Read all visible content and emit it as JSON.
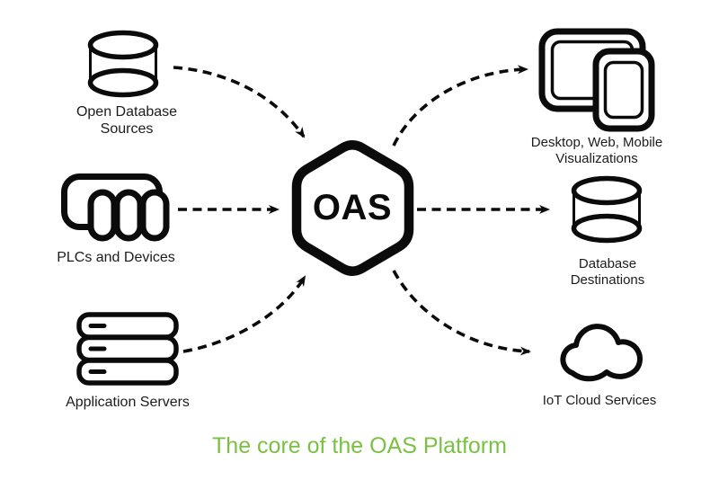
{
  "diagram": {
    "center": {
      "label": "OAS"
    },
    "sources": [
      {
        "label": "Open Database Sources",
        "icon": "database-icon"
      },
      {
        "label": "PLCs and Devices",
        "icon": "plc-icon"
      },
      {
        "label": "Application Servers",
        "icon": "server-stack-icon"
      }
    ],
    "destinations": [
      {
        "label": "Desktop, Web, Mobile Visualizations",
        "icon": "screens-icon"
      },
      {
        "label": "Database Destinations",
        "icon": "database-icon"
      },
      {
        "label": "IoT Cloud Services",
        "icon": "cloud-icon"
      }
    ],
    "caption": {
      "text": "The core of the OAS Platform",
      "color": "#7AC143"
    },
    "colors": {
      "line": "#0b0b0b",
      "text": "#1c1c1c",
      "background": "#ffffff"
    },
    "arrow_style": "dashed"
  }
}
